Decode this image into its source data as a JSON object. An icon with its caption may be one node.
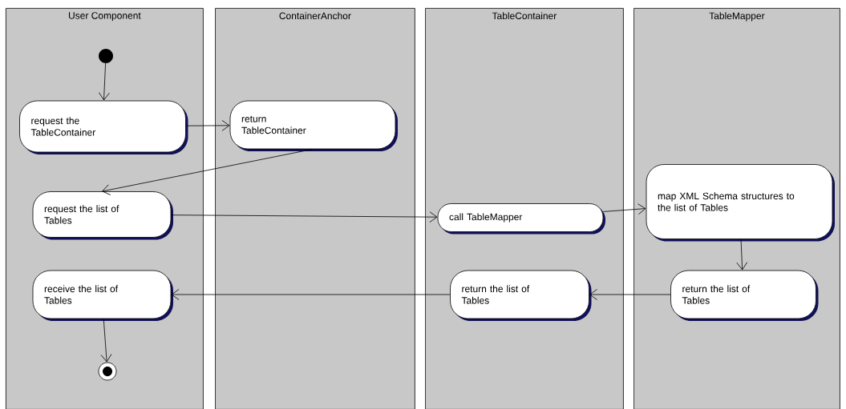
{
  "diagram": {
    "nodes": [
      {
        "text": [
          "User Component"
        ]
      },
      {
        "text": [
          "ContainerAnchor"
        ]
      },
      {
        "text": [
          "TableContainer"
        ]
      },
      {
        "text": [
          "TableMapper"
        ]
      },
      {
        "text": [],
        "shape": "circle",
        "in": 0
      },
      {
        "text": [
          "request the TableContainer"
        ],
        "in": 0
      },
      {
        "text": [
          "return TableContainer"
        ],
        "in": 1
      },
      {
        "text": [
          "request the list of Tables"
        ],
        "in": 0
      },
      {
        "text": [
          "call TableMapper"
        ],
        "in": 2
      },
      {
        "text": [
          "map XML Schema structures to the list of Tables"
        ],
        "in": 3
      },
      {
        "text": [
          "receive the list of Tables"
        ],
        "in": 0
      },
      {
        "text": [
          "return the list of Tables"
        ],
        "in": 2
      },
      {
        "text": [
          "return the list of Tables"
        ],
        "in": 3
      },
      {
        "text": [],
        "shape": "bullseye",
        "in": 0
      }
    ],
    "edges": [
      {
        "from": 4,
        "to": 5,
        "arrow": "to"
      },
      {
        "from": 5,
        "to": 6,
        "arrow": "to"
      },
      {
        "from": 6,
        "to": 7,
        "arrow": "to"
      },
      {
        "from": 7,
        "to": 8,
        "arrow": "to"
      },
      {
        "from": 8,
        "to": 9,
        "arrow": "to"
      },
      {
        "from": 9,
        "to": 12,
        "arrow": "to"
      },
      {
        "from": 12,
        "to": 11,
        "arrow": "to"
      },
      {
        "from": 11,
        "to": 10,
        "arrow": "to"
      },
      {
        "from": 10,
        "to": 13,
        "arrow": "to"
      }
    ]
  }
}
